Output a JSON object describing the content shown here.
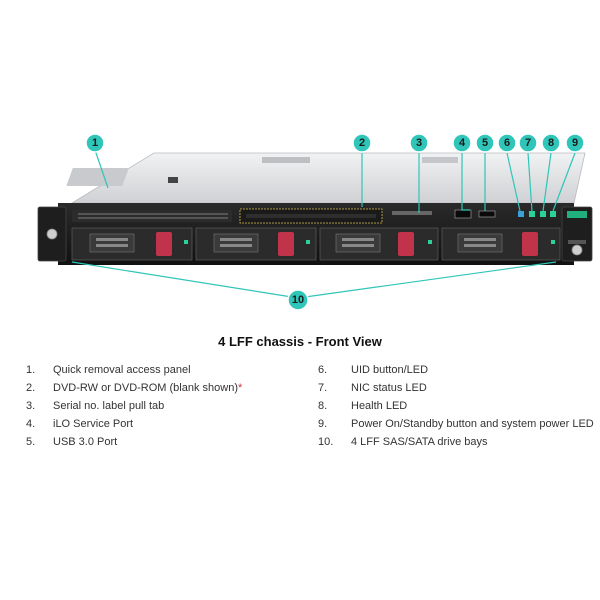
{
  "title": "4 LFF chassis - Front View",
  "callouts": [
    "1",
    "2",
    "3",
    "4",
    "5",
    "6",
    "7",
    "8",
    "9",
    "10"
  ],
  "legend_left": [
    {
      "num": "1.",
      "label": "Quick removal access panel",
      "mark": ""
    },
    {
      "num": "2.",
      "label": "DVD-RW or DVD-ROM (blank shown)",
      "mark": "*"
    },
    {
      "num": "3.",
      "label": "Serial no. label pull tab",
      "mark": ""
    },
    {
      "num": "4.",
      "label": "iLO Service Port",
      "mark": ""
    },
    {
      "num": "5.",
      "label": "USB 3.0 Port",
      "mark": ""
    }
  ],
  "legend_right": [
    {
      "num": "6.",
      "label": "UID button/LED"
    },
    {
      "num": "7.",
      "label": "NIC status LED"
    },
    {
      "num": "8.",
      "label": "Health LED"
    },
    {
      "num": "9.",
      "label": "Power On/Standby button and system power LED"
    },
    {
      "num": "10.",
      "label": "4 LFF SAS/SATA drive bays"
    }
  ],
  "colors": {
    "callout": "#2fc5b8",
    "chassis_top": "#e2e3e5",
    "bezel": "#1c1c1c",
    "drive_latch": "#c0334a",
    "status_led": "#2ad29a"
  },
  "icons": [
    "callout-circle",
    "server-chassis",
    "drive-bay",
    "usb-port",
    "led-indicator"
  ]
}
